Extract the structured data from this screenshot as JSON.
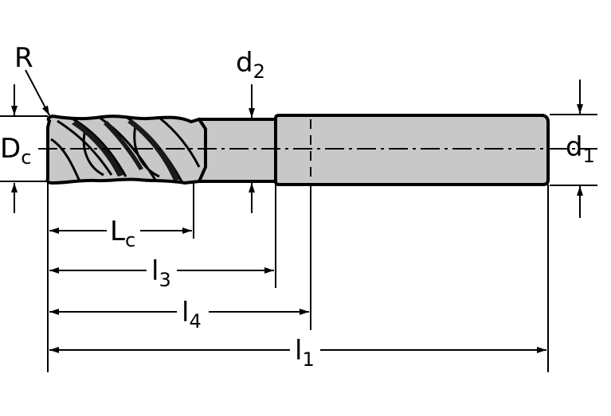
{
  "labels": {
    "R": "R",
    "Dc": {
      "main": "D",
      "sub": "c"
    },
    "d2": {
      "main": "d",
      "sub": "2"
    },
    "d1": {
      "main": "d",
      "sub": "1"
    },
    "Lc": {
      "main": "L",
      "sub": "c"
    },
    "l3": {
      "main": "l",
      "sub": "3"
    },
    "l4": {
      "main": "l",
      "sub": "4"
    },
    "l1": {
      "main": "l",
      "sub": "1"
    }
  },
  "colors": {
    "body_fill": "#c8c8c8",
    "outline": "#000000",
    "background": "#ffffff"
  }
}
